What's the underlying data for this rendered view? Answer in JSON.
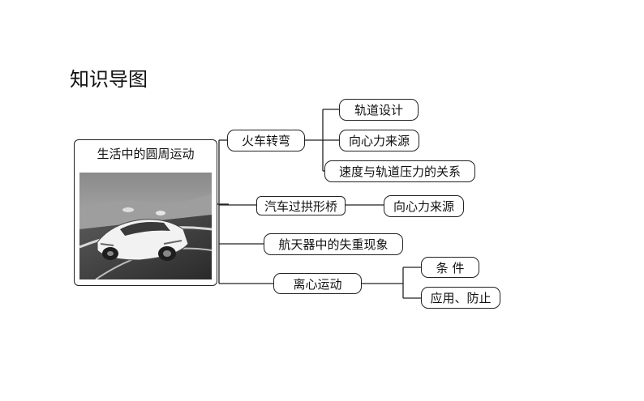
{
  "title": "知识导图",
  "root": {
    "label": "生活中的圆周运动",
    "image": "sports-car-on-racetrack-illustration"
  },
  "branches": [
    {
      "label": "火车转弯",
      "children": [
        "轨道设计",
        "向心力来源",
        "速度与轨道压力的关系"
      ]
    },
    {
      "label": "汽车过拱形桥",
      "children": [
        "向心力来源"
      ]
    },
    {
      "label": "航天器中的失重现象",
      "children": []
    },
    {
      "label": "离心运动",
      "children": [
        "条 件",
        "应用、防止"
      ]
    }
  ],
  "colors": {
    "line": "#222222",
    "node_fill": "#ffffff",
    "text": "#111111"
  }
}
